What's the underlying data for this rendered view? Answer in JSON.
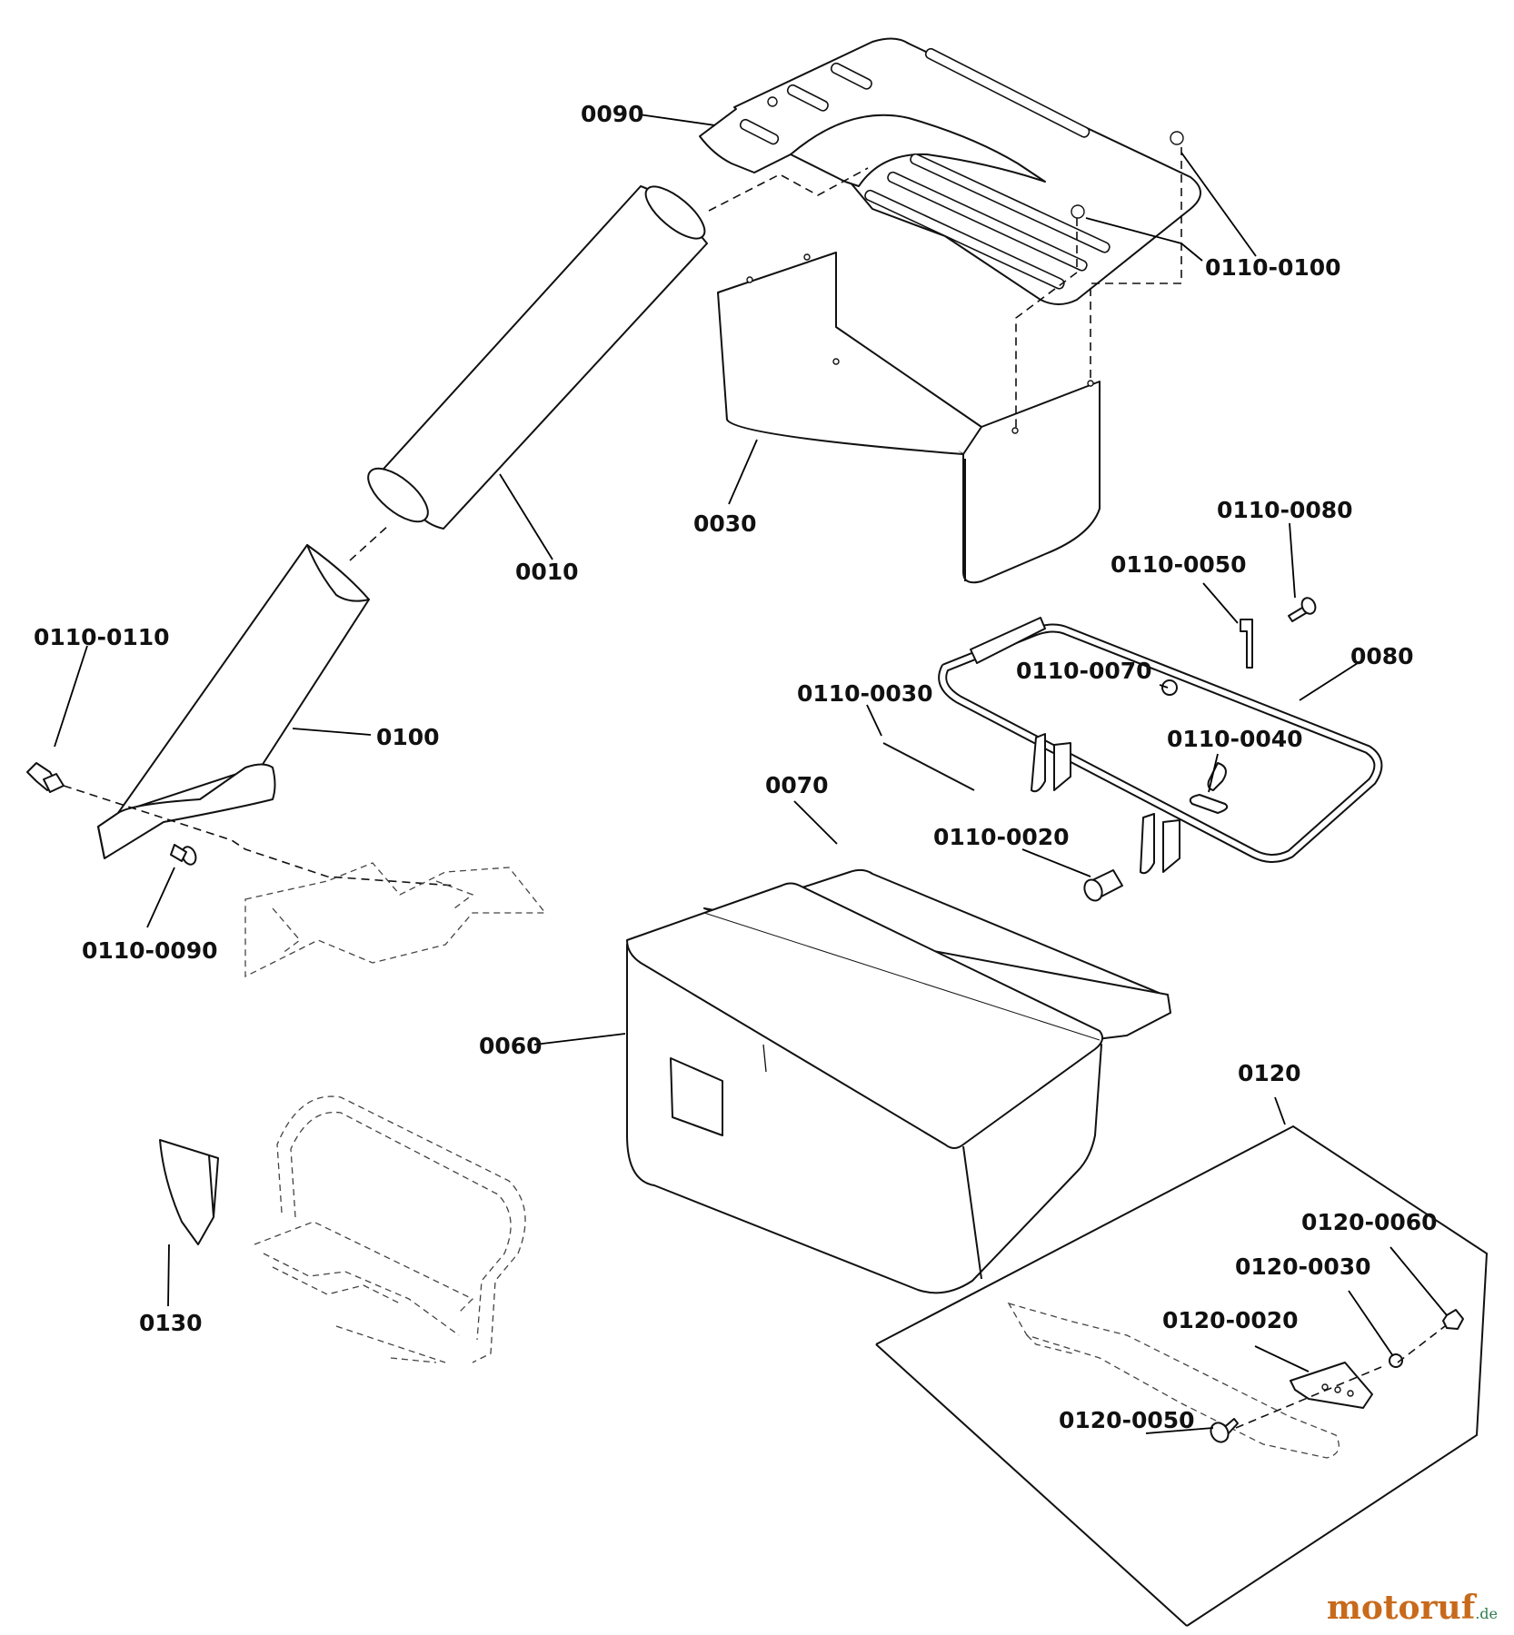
{
  "diagram": {
    "callouts": {
      "c0090": "0090",
      "c0110_0100": "0110-0100",
      "c0030": "0030",
      "c0010": "0010",
      "c0110_0080": "0110-0080",
      "c0110_0050": "0110-0050",
      "c0080": "0080",
      "c0110_0070": "0110-0070",
      "c0110_0110": "0110-0110",
      "c0100": "0100",
      "c0110_0030": "0110-0030",
      "c0110_0040": "0110-0040",
      "c0070": "0070",
      "c0110_0020": "0110-0020",
      "c0110_0090": "0110-0090",
      "c0060": "0060",
      "c0120": "0120",
      "c0120_0060": "0120-0060",
      "c0120_0030": "0120-0030",
      "c0120_0020": "0120-0020",
      "c0130": "0130",
      "c0120_0050": "0120-0050"
    }
  },
  "watermark": {
    "brand": "motoruf",
    "tld": ".de",
    "brand_color": "#c86a1c",
    "tld_color": "#2e7d4f"
  }
}
